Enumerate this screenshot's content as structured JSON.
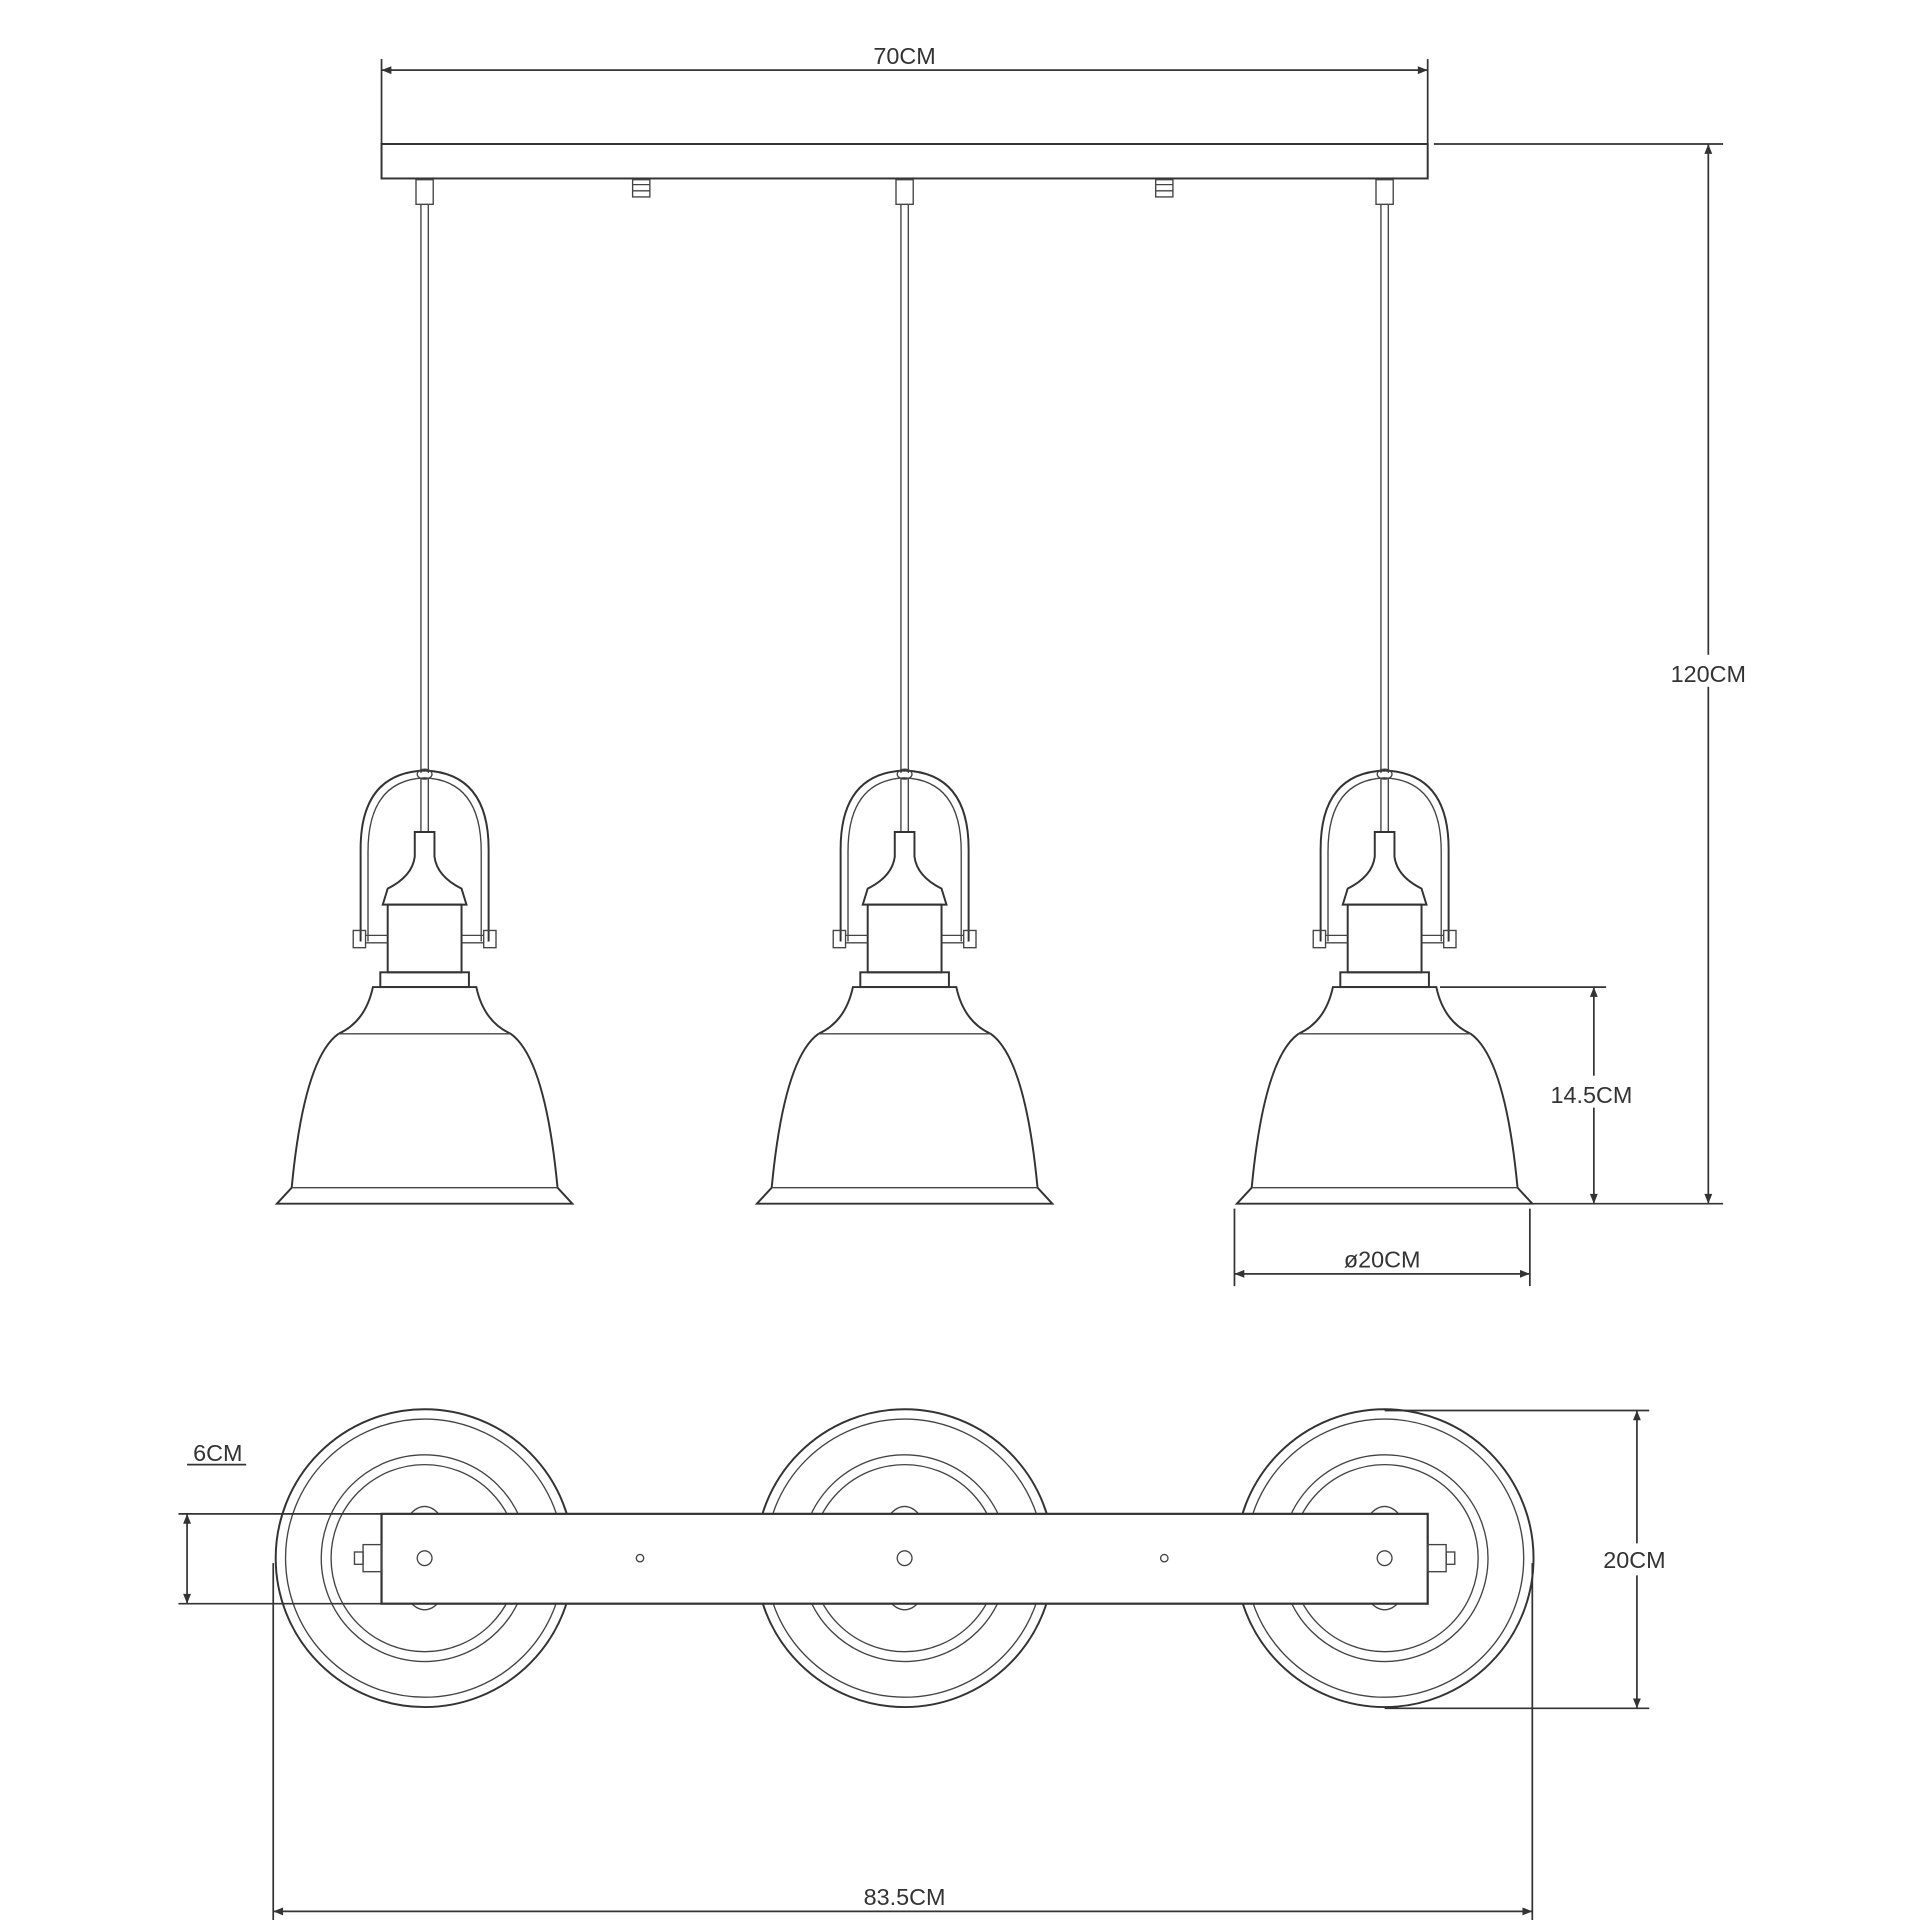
{
  "diagram": {
    "title": "Three-light pendant bar dimension drawing",
    "dimensions": {
      "canopy_length": "70CM",
      "total_height": "120CM",
      "shade_height": "14.5CM",
      "shade_diameter": "ø20CM",
      "canopy_width": "6CM",
      "top_view_depth": "20CM",
      "total_width": "83.5CM"
    },
    "pendant_count": 3,
    "colors": {
      "line": "#333333",
      "background": "#ffffff"
    }
  }
}
